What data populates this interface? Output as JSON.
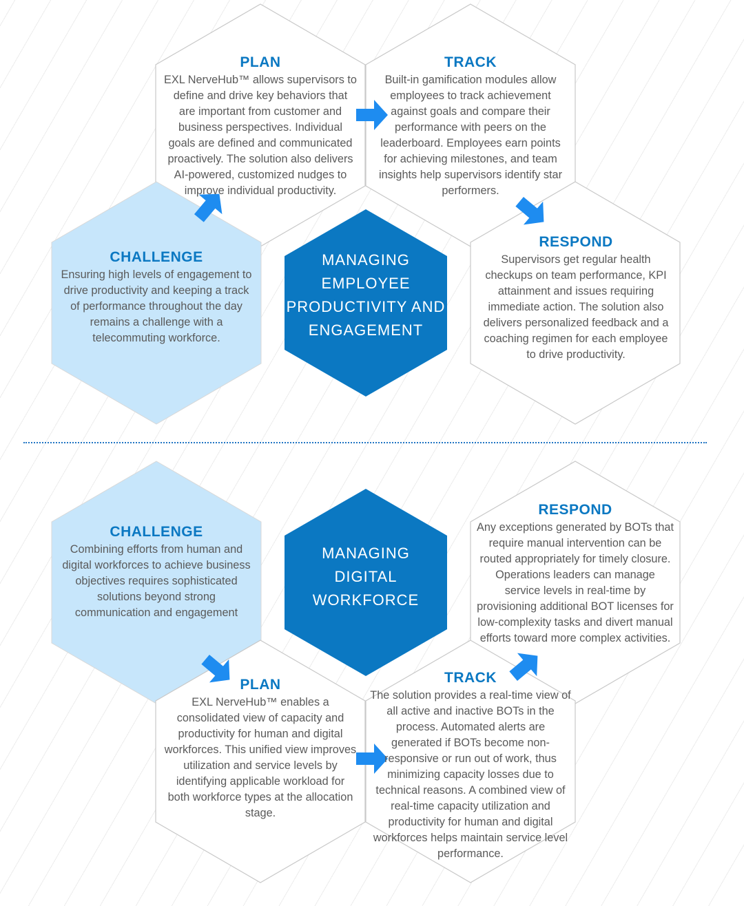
{
  "colors": {
    "dark_hex": "#0b78c2",
    "light_hex": "#c7e6fb",
    "white_hex_stroke": "#c8c8c8",
    "title_blue": "#0b78c2",
    "arrow_blue": "#1e8cf0",
    "divider": "#1f74c3"
  },
  "sections": [
    {
      "center_lines": [
        "MANAGING",
        "EMPLOYEE",
        "PRODUCTIVITY AND",
        "ENGAGEMENT"
      ],
      "plan": {
        "title": "PLAN",
        "body": "EXL NerveHub™ allows supervisors to define and drive key behaviors that are important from customer and business perspectives. Individual goals are defined and communicated proactively. The solution also delivers AI-powered, customized nudges to improve individual productivity."
      },
      "track": {
        "title": "TRACK",
        "body": "Built-in gamification modules allow employees to track achievement against goals and compare their performance with peers on the leaderboard. Employees earn points for achieving milestones, and team insights help supervisors identify star performers."
      },
      "challenge": {
        "title": "CHALLENGE",
        "body": "Ensuring high levels of engagement to drive productivity and keeping a track of performance throughout the day remains a challenge with a telecommuting workforce."
      },
      "respond": {
        "title": "RESPOND",
        "body": "Supervisors get regular health checkups on team performance, KPI attainment and issues requiring immediate action. The solution also delivers personalized feedback and a coaching regimen for each employee to drive productivity."
      }
    },
    {
      "center_lines": [
        "MANAGING",
        "DIGITAL",
        "WORKFORCE"
      ],
      "challenge": {
        "title": "CHALLENGE",
        "body": "Combining efforts from human and digital workforces to achieve business objectives requires sophisticated solutions beyond strong communication and engagement"
      },
      "respond": {
        "title": "RESPOND",
        "body": "Any exceptions generated by BOTs that require manual intervention can be routed appropriately for timely closure. Operations leaders can manage service levels in real-time by provisioning additional BOT licenses for low-complexity tasks and divert manual efforts toward more complex activities."
      },
      "plan": {
        "title": "PLAN",
        "body": "EXL NerveHub™ enables a consolidated view of capacity and productivity for human and digital workforces. This unified view improves utilization and service levels by identifying applicable workload for both workforce types at the allocation stage."
      },
      "track": {
        "title": "TRACK",
        "body": "The solution provides a real-time view of all active and inactive BOTs in the process. Automated alerts are generated if BOTs become non-responsive or run out of work, thus minimizing capacity losses due to technical reasons.  A combined view of real-time capacity utilization and productivity for human and digital workforces helps maintain service level performance."
      }
    }
  ]
}
